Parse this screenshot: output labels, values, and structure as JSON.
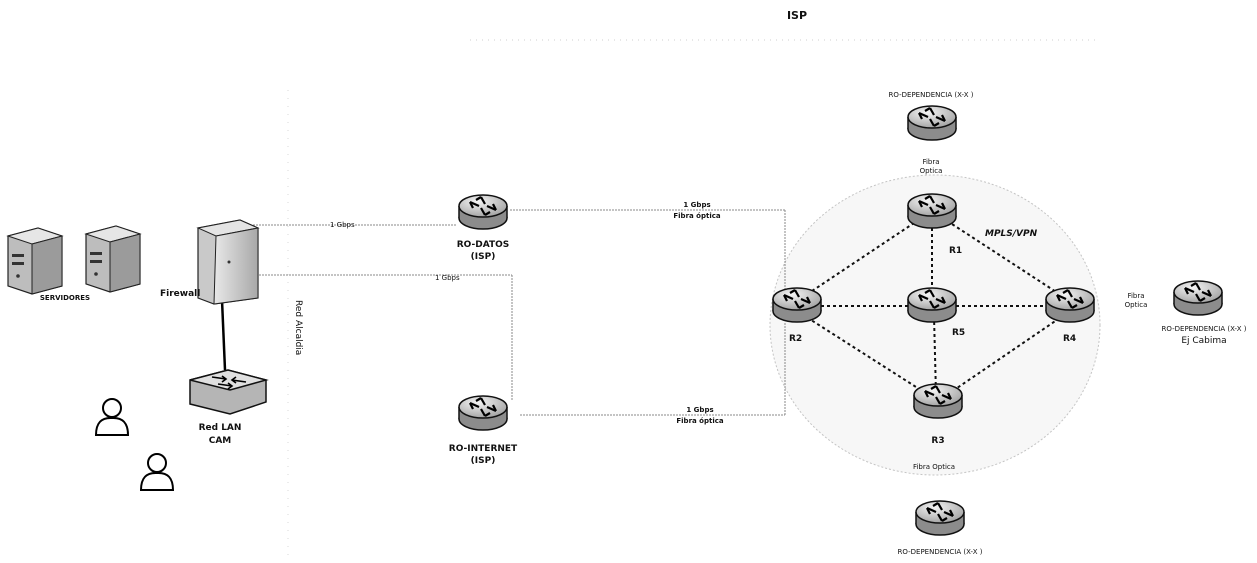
{
  "header": {
    "title": "ISP"
  },
  "labels": {
    "servidores": "SERVIDORES",
    "firewall": "Firewall",
    "red_lan": "Red LAN",
    "cam": "CAM",
    "red_alcaldia": "Red Alcaldia",
    "link_1gbps_a": "1 Gbps",
    "link_1gbps_b": "1 Gbps",
    "ro_datos": "RO-DATOS",
    "ro_datos_sub": "(ISP)",
    "ro_internet": "RO-INTERNET",
    "ro_internet_sub": "(ISP)",
    "top_link_speed": "1 Gbps",
    "top_link_medium": "Fibra óptica",
    "bottom_link_speed": "1 Gbps",
    "bottom_link_medium": "Fibra óptica",
    "mpls": "MPLS/VPN",
    "r1": "R1",
    "r2": "R2",
    "r3": "R3",
    "r4": "R4",
    "r5": "R5",
    "dep_top": "RO-DEPENDENCIA (X-X )",
    "fibra_top_1": "Fibra",
    "fibra_top_2": "Optica",
    "fibra_right_1": "Fibra",
    "fibra_right_2": "Optica",
    "dep_right": "RO-DEPENDENCIA (X-X )",
    "dep_right_sub": "Ej Cabima",
    "fibra_bottom": "Fibra Optica",
    "dep_bottom": "RO-DEPENDENCIA (X-X )"
  },
  "icons": {
    "router": "router-icon",
    "server": "server-icon",
    "firewall": "firewall-icon",
    "switch": "switch-icon",
    "user": "user-icon"
  }
}
